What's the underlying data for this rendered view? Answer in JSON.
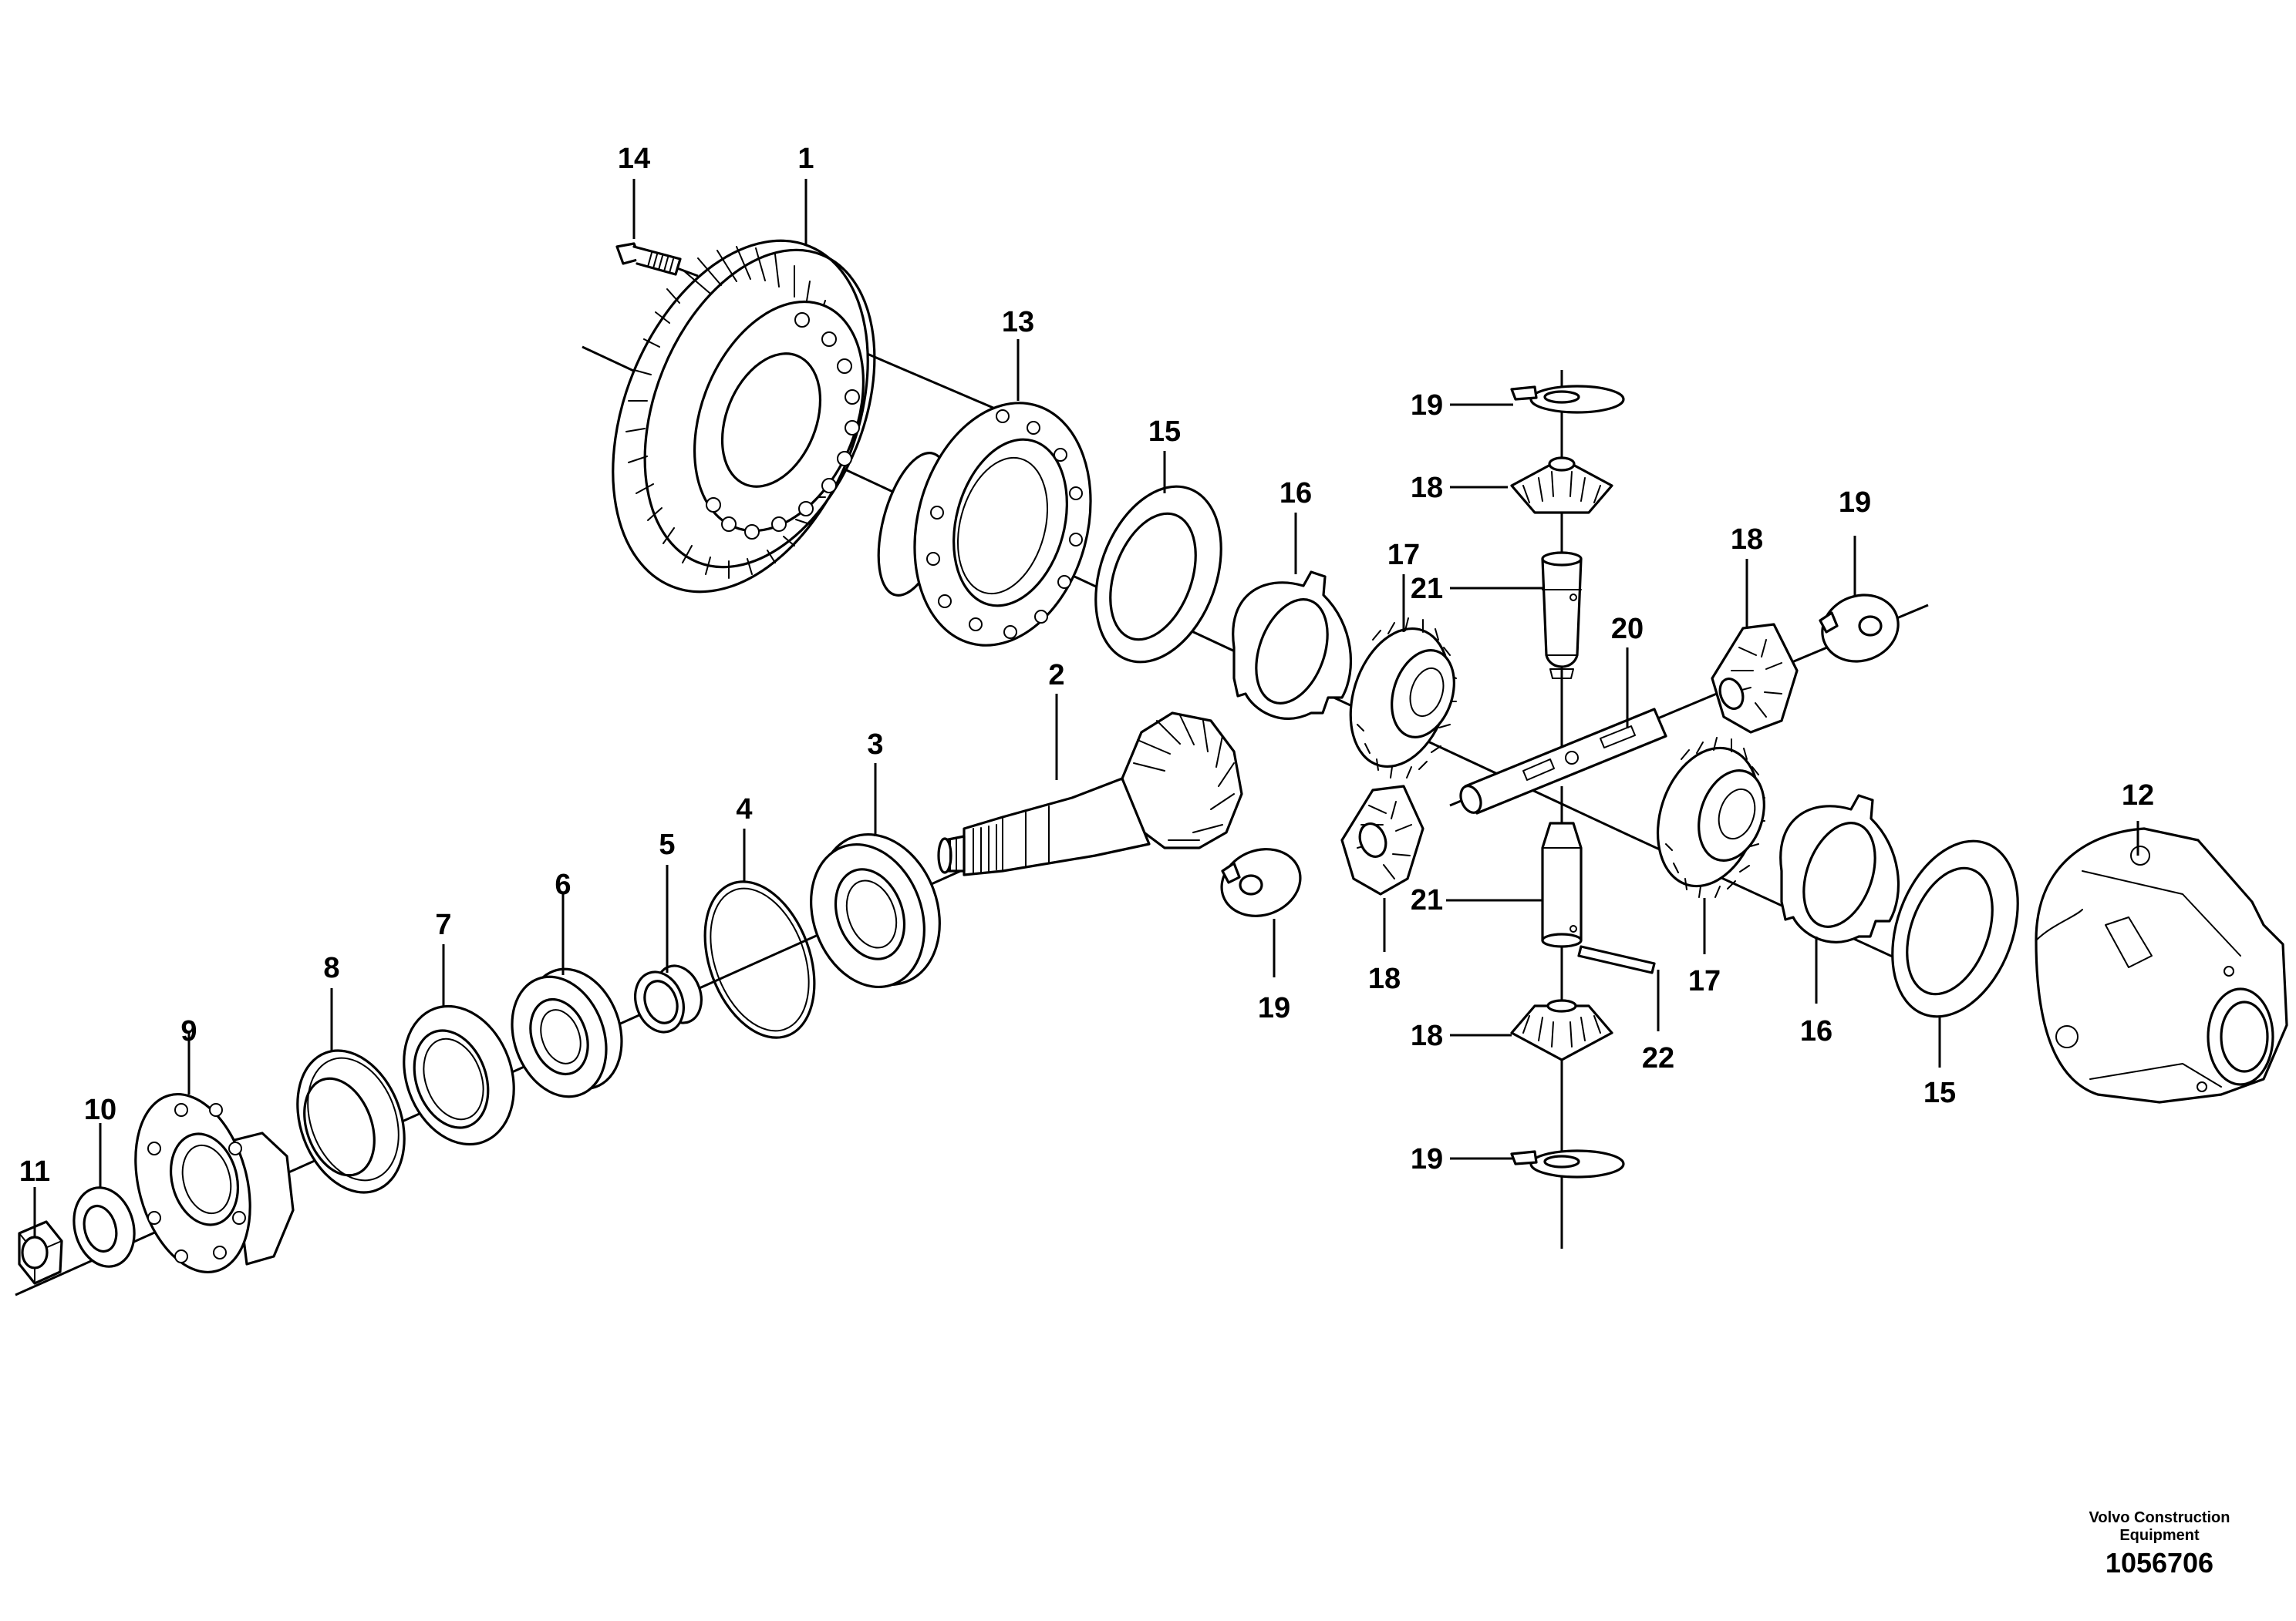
{
  "callouts": {
    "n1": "1",
    "n2": "2",
    "n3": "3",
    "n4": "4",
    "n5": "5",
    "n6": "6",
    "n7": "7",
    "n8": "8",
    "n9": "9",
    "n10": "10",
    "n11": "11",
    "n12": "12",
    "n13": "13",
    "n14": "14",
    "n15a": "15",
    "n15b": "15",
    "n16a": "16",
    "n16b": "16",
    "n17a": "17",
    "n17b": "17",
    "n18a": "18",
    "n18b": "18",
    "n18c": "18",
    "n18d": "18",
    "n19a": "19",
    "n19b": "19",
    "n19c": "19",
    "n19d": "19",
    "n20": "20",
    "n21a": "21",
    "n21b": "21",
    "n22": "22"
  },
  "footer": {
    "company_line1": "Volvo Construction",
    "company_line2": "Equipment",
    "drawing_number": "1056706"
  }
}
